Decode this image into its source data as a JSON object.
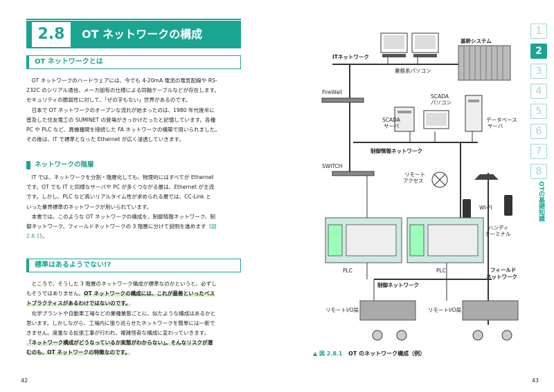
{
  "left": {
    "section_number": "2.8",
    "section_title": "OT ネットワークの構成",
    "sub1_title": "OT ネットワークとは",
    "p1": [
      "OT ネットワークのハードウェアには、今でも 4-20mA 電流の電気配線や RS-",
      "232C のシリアル通信、メーカ固有の仕様による同軸ケーブルなどが存在します。",
      "セキュリティの脆弱性に対して、「ぜの字もない」世界があるのです。"
    ],
    "p2": [
      "日本で OT ネットワークのオープンな流れが始まったのは、1980 年代後半に",
      "普及した住友電工の SUMINET の登場がきっかけだったと記憶しています。各種",
      "PC や PLC など、異機種間を接続した FA ネットワークの構築で用いられました。",
      "その後は、IT で標準となった Ethernet が広く浸透していきます。"
    ],
    "sub2_title": "ネットワークの階層",
    "p3": [
      "IT では、ネットワークを分割・階層化しても、物理的にはすべてが Ethernet",
      "です。OT でも IT と同様なサーバや PC が多くつながる層は、Ethernet が主流",
      "です。しかし、PLC など高いリアルタイム性が求められる層では、CC-Link と",
      "いった業界標準のネットワークが用いられています。"
    ],
    "p4_lines": [
      "本書では、このような OT ネットワークの構成を、制御情報ネットワーク、制",
      "御ネットワーク、フィールドネットワークの 3 階層に分けて説明を進めます（"
    ],
    "p4_ref_a": "図",
    "p4_ref_b": "2.8.1",
    "p4_tail": "）。",
    "sub3_title": "標準はあるようでない!?",
    "p5_lines": [
      "ところで、そうした 3 階層のネットワーク構成が標準なのかというと、必ずし",
      "もそうではありません。"
    ],
    "p5_hl": [
      "OT ネットワークの構成には、これが最善といったベス",
      "トプラクティスがあるわけではないのです。"
    ],
    "p6": [
      "化学プラントや自動車工場などの業種業態ごとに、似たような構成はあるかと",
      "思います。しかしながら、工場内に張り巡らせたネットワークを簡単には一新で",
      "きません。度重なる拡張工事が行われ、複雑怪奇な構成に変わっていきます。"
    ],
    "p7_hl": [
      "「ネットワーク構成がどうなっているか実態がわからない」。そんなリスクが潜",
      "むのも、OT ネットワークの特徴なのです。"
    ],
    "page_number": "42"
  },
  "right": {
    "page_number": "43",
    "tabs": [
      "1",
      "2",
      "3",
      "4",
      "5",
      "6",
      "7",
      "8"
    ],
    "active_tab": "2",
    "tab_label": "OTの基礎知識",
    "caption_marker": "▲ 図 2.8.1",
    "caption_text": "OT のネットワーク構成（例）",
    "diagram": {
      "it_network": "ITネットワーク",
      "core_system": "基幹システム",
      "office_pc": "業務系パソコン",
      "firewall": "FireWall",
      "scada_pc_1": "SCADA",
      "scada_pc_2": "パソコン",
      "scada_server_1": "SCADA",
      "scada_server_2": "サーバ",
      "db_server_1": "データベース",
      "db_server_2": "サーバ",
      "control_info_net": "制御情報ネットワーク",
      "switch": "SWITCH",
      "remote_access_1": "リモート",
      "remote_access_2": "アクセス",
      "wifi": "WI-FI",
      "handy_1": "ハンディ",
      "handy_2": "ターミナル",
      "plc_1": "PLC",
      "plc_2": "PLC",
      "field_net_1": "フィールド",
      "field_net_2": "ネットワーク",
      "control_net": "制御ネットワーク",
      "remote_io_1": "リモートI/O局",
      "remote_io_2": "リモートI/O局"
    }
  }
}
